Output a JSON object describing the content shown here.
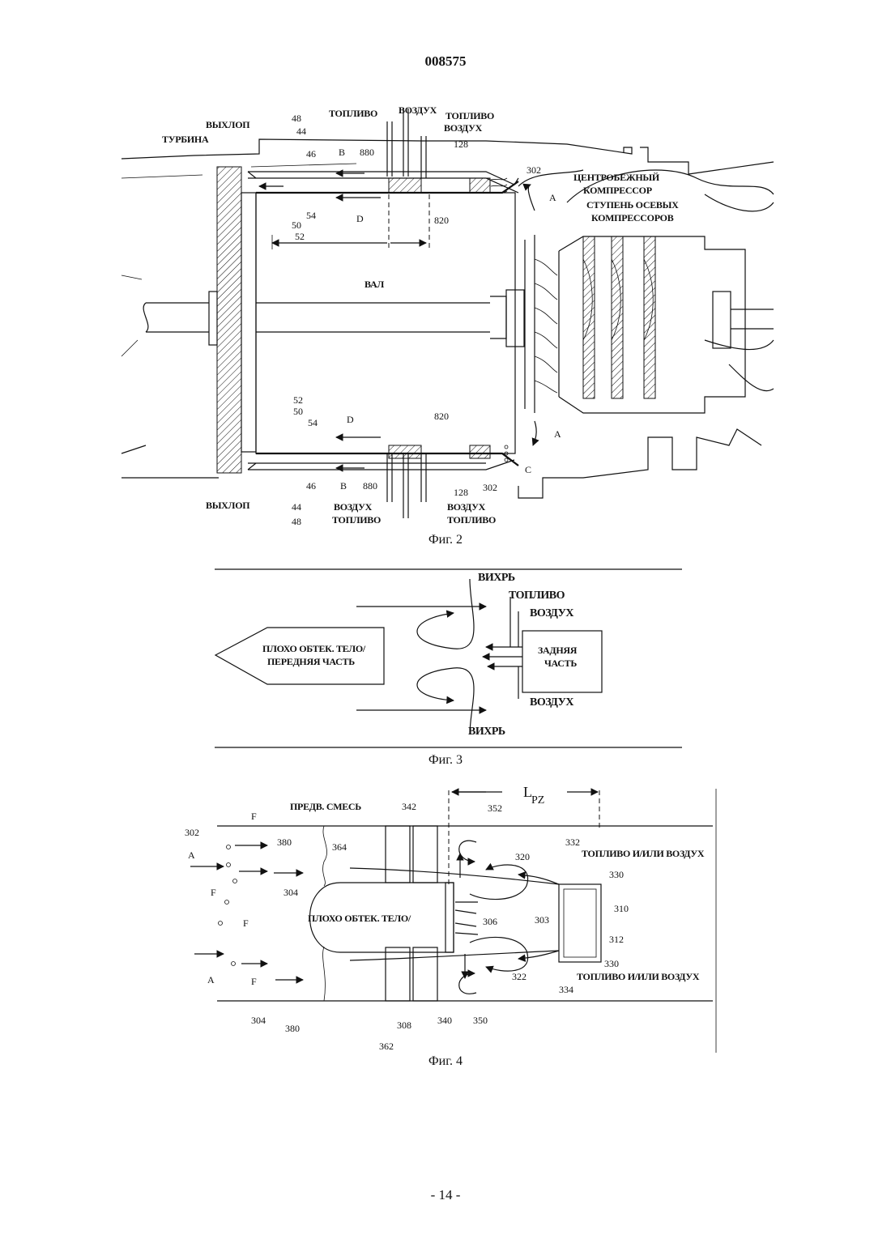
{
  "page": {
    "doc_number": "008575",
    "footer": "- 14 -"
  },
  "fig2": {
    "caption": "Фиг. 2",
    "labels": {
      "exhaust_top": "ВЫХЛОП",
      "turbine": "ТУРБИНА",
      "fuel_top_left": "ТОПЛИВО",
      "air_top_mid": "ВОЗДУХ",
      "fuel_top_right": "ТОПЛИВО",
      "air_top_right": "ВОЗДУХ",
      "centrifugal_1": "ЦЕНТРОБЕЖНЫЙ",
      "centrifugal_2": "КОМПРЕССОР",
      "axial_1": "СТУПЕНЬ ОСЕВЫХ",
      "axial_2": "КОМПРЕССОРОВ",
      "shaft": "ВАЛ",
      "exhaust_bottom": "ВЫХЛОП",
      "air_bot_left": "ВОЗДУХ",
      "fuel_bot_left": "ТОПЛИВО",
      "air_bot_right": "ВОЗДУХ",
      "fuel_bot_right": "ТОПЛИВО"
    },
    "refs": {
      "r48a": "48",
      "r44a": "44",
      "r46a": "46",
      "rBa": "B",
      "r880a": "880",
      "r128a": "128",
      "r302a": "302",
      "rAa": "A",
      "r50a": "50",
      "r52a": "52",
      "r54a": "54",
      "rDa": "D",
      "r820a": "820",
      "r52b": "52",
      "r50b": "50",
      "r54b": "54",
      "rDb": "D",
      "r820b": "820",
      "rAb": "A",
      "rC": "C",
      "r46b": "46",
      "rBb": "B",
      "r880b": "880",
      "r128b": "128",
      "r302b": "302",
      "r44b": "44",
      "r48b": "48"
    }
  },
  "fig3": {
    "caption": "Фиг. 3",
    "labels": {
      "vortex_top": "ВИХРЬ",
      "fuel": "ТОПЛИВО",
      "air_top": "ВОЗДУХ",
      "bluff_1": "ПЛОХО ОБТЕК. ТЕЛО/",
      "bluff_2": "ПЕРЕДНЯЯ ЧАСТЬ",
      "rear_1": "ЗАДНЯЯ",
      "rear_2": "ЧАСТЬ",
      "air_bottom": "ВОЗДУХ",
      "vortex_bottom": "ВИХРЬ"
    }
  },
  "fig4": {
    "caption": "Фиг. 4",
    "labels": {
      "premix": "ПРЕДВ. СМЕСЬ",
      "bluff": "ПЛОХО ОБТЕК. ТЕЛО/",
      "fuel_air_top": "ТОПЛИВО И/ИЛИ ВОЗДУХ",
      "fuel_air_bottom": "ТОПЛИВО И/ИЛИ ВОЗДУХ",
      "lpz_L": "L",
      "lpz_sub": "PZ"
    },
    "refs": {
      "r302": "302",
      "rF1": "F",
      "rA1": "A",
      "rF2": "F",
      "rF3": "F",
      "rA2": "A",
      "rF4": "F",
      "r380a": "380",
      "r364": "364",
      "r304a": "304",
      "r342": "342",
      "r352": "352",
      "r320": "320",
      "r332": "332",
      "r330a": "330",
      "r310": "310",
      "r306": "306",
      "r303": "303",
      "r312": "312",
      "r330b": "330",
      "r322": "322",
      "r334": "334",
      "r304b": "304",
      "r380b": "380",
      "r308": "308",
      "r340": "340",
      "r350": "350",
      "r362": "362"
    }
  }
}
